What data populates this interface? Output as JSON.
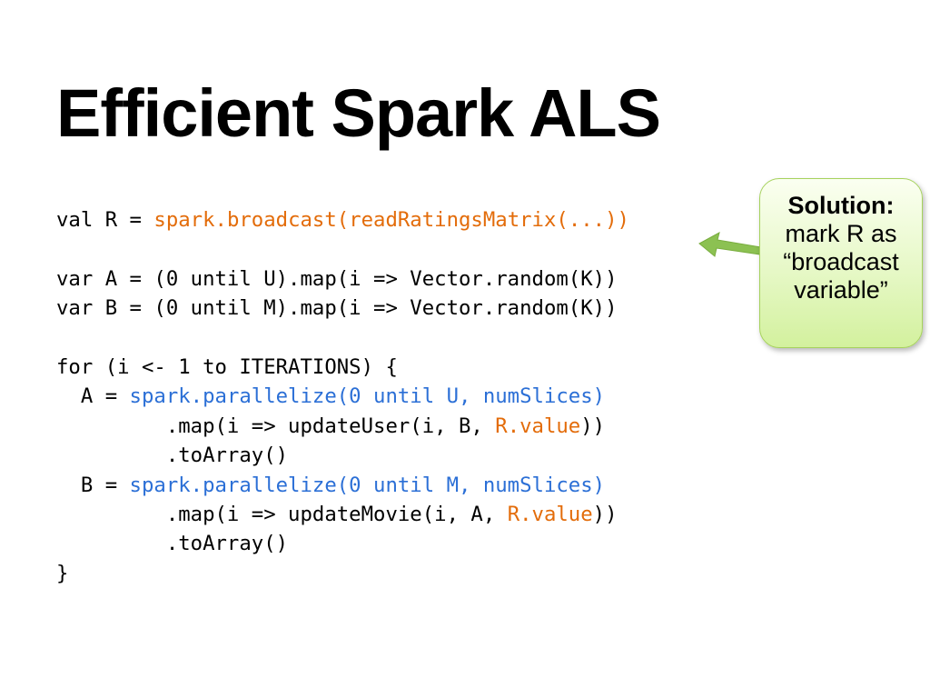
{
  "title": "Efficient Spark ALS",
  "code_lines": [
    [
      {
        "t": "val R = ",
        "c": "plain"
      },
      {
        "t": "spark.broadcast(readRatingsMatrix(...))",
        "c": "orange"
      }
    ],
    [],
    [
      {
        "t": "var A = (0 until U).map(i => Vector.random(K))",
        "c": "plain"
      }
    ],
    [
      {
        "t": "var B = (0 until M).map(i => Vector.random(K))",
        "c": "plain"
      }
    ],
    [],
    [
      {
        "t": "for (i <- 1 to ITERATIONS) {",
        "c": "plain"
      }
    ],
    [
      {
        "t": "  A = ",
        "c": "plain"
      },
      {
        "t": "spark.parallelize(0 until U, numSlices)",
        "c": "blue"
      }
    ],
    [
      {
        "t": "         .map(i => updateUser(i, B, ",
        "c": "plain"
      },
      {
        "t": "R.value",
        "c": "orange"
      },
      {
        "t": "))",
        "c": "plain"
      }
    ],
    [
      {
        "t": "         .toArray()",
        "c": "plain"
      }
    ],
    [
      {
        "t": "  B = ",
        "c": "plain"
      },
      {
        "t": "spark.parallelize(0 until M, numSlices)",
        "c": "blue"
      }
    ],
    [
      {
        "t": "         .map(i => updateMovie(i, A, ",
        "c": "plain"
      },
      {
        "t": "R.value",
        "c": "orange"
      },
      {
        "t": "))",
        "c": "plain"
      }
    ],
    [
      {
        "t": "         .toArray()",
        "c": "plain"
      }
    ],
    [
      {
        "t": "}",
        "c": "plain"
      }
    ]
  ],
  "callout": {
    "heading": "Solution:",
    "line1": "mark R as",
    "line2": "“broadcast",
    "line3": "variable”"
  },
  "colors": {
    "highlight_orange": "#e36c0a",
    "highlight_blue": "#2b6fd6",
    "callout_border": "#a6d25d",
    "arrow": "#8cc152"
  }
}
